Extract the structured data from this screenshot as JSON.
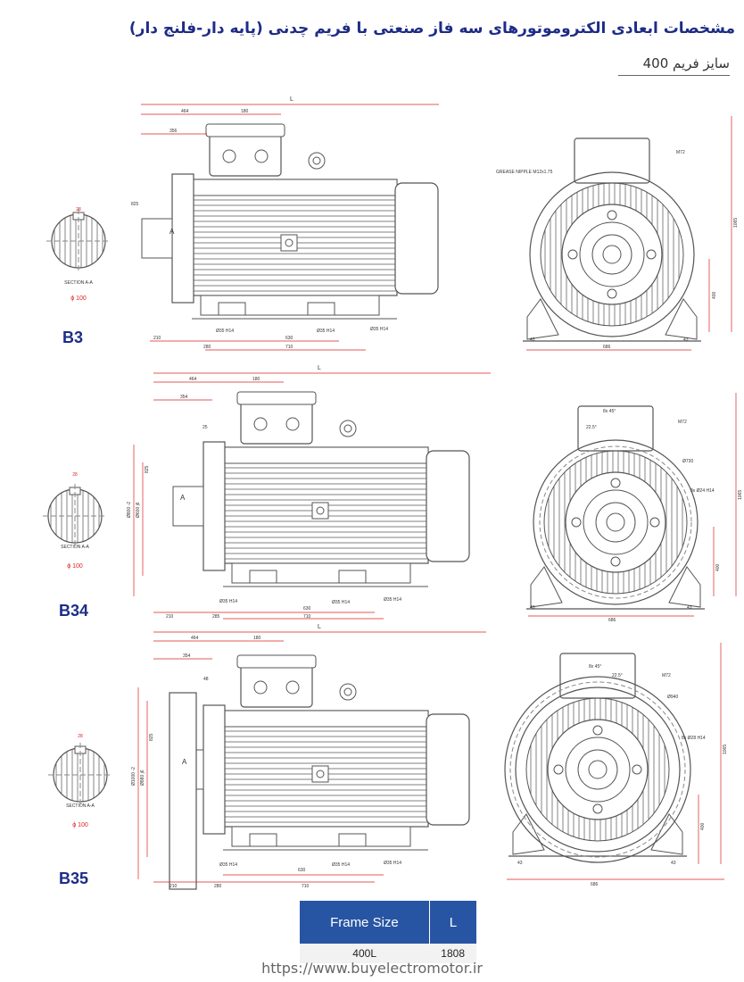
{
  "header": {
    "title": "مشخصات ابعادی الکتروموتورهای سه فاز صنعتی با فریم چدنی (پایه دار-فلنج دار)",
    "subtitle": "سایز فریم  400"
  },
  "sections": [
    {
      "label": "B3",
      "section_label": "SECTION A-A",
      "shaft_dia": "ϕ 100",
      "key_width": "28",
      "dims": {
        "L": "L",
        "d464": "464",
        "d180": "180",
        "d356": "356",
        "d825": "825",
        "d210": "210",
        "d280": "280",
        "d630": "630",
        "d710": "710",
        "d686": "686",
        "d43": "43",
        "d1065": "1065",
        "d400": "400",
        "bolt_a": "Ø35 H14",
        "bolt_b": "Ø35 H14",
        "bolt_c": "Ø35 H14",
        "grease": "GREASE NIPPLE M12x1.75",
        "m72": "M72",
        "A": "A"
      }
    },
    {
      "label": "B34",
      "section_label": "SECTION A-A",
      "shaft_dia": "ϕ 100",
      "key_width": "28",
      "dims": {
        "L": "L",
        "d464": "464",
        "d180": "180",
        "d354": "354",
        "d25": "25",
        "d825": "825",
        "d210": "210",
        "d280": "285",
        "d630": "630",
        "d710": "710",
        "d686": "686",
        "d43": "43",
        "d1065": "1065",
        "d400": "400",
        "bolt_a": "Ø35 H14",
        "bolt_b": "Ø35 H14",
        "bolt_c": "Ø35 H14",
        "flange1": "Ø800 -2",
        "flange2": "Ø600 j6",
        "holes": "8x Ø24 H14",
        "angle1": "8x 45°",
        "angle2": "22.5°",
        "pcd": "Ø730",
        "m72": "M72",
        "A": "A"
      }
    },
    {
      "label": "B35",
      "section_label": "SECTION A-A",
      "shaft_dia": "ϕ 100",
      "key_width": "28",
      "dims": {
        "L": "L",
        "d464": "464",
        "d180": "180",
        "d354": "354",
        "d48": "48",
        "d825": "825",
        "d210": "210",
        "d280": "280",
        "d630": "630",
        "d710": "710",
        "d686": "686",
        "d43": "43",
        "d1065": "1065",
        "d400": "400",
        "bolt_a": "Ø35 H14",
        "bolt_b": "Ø35 H14",
        "bolt_c": "Ø35 H14",
        "flange1": "Ø1000 -2",
        "flange2": "Ø880 j6",
        "holes": "8x Ø28 H14",
        "angle1": "8x 45°",
        "angle2": "22.5°",
        "pcd": "Ø940",
        "m72": "M72",
        "A": "A"
      }
    }
  ],
  "table": {
    "headers": [
      "Frame Size",
      "L"
    ],
    "rows": [
      [
        "400L",
        "1808"
      ]
    ]
  },
  "footer": {
    "url": "https://www.buyelectromotor.ir"
  },
  "colors": {
    "brand_blue": "#1d2c86",
    "table_header": "#2855a3",
    "dimension_red": "#d22",
    "drawing_gray": "#555"
  }
}
